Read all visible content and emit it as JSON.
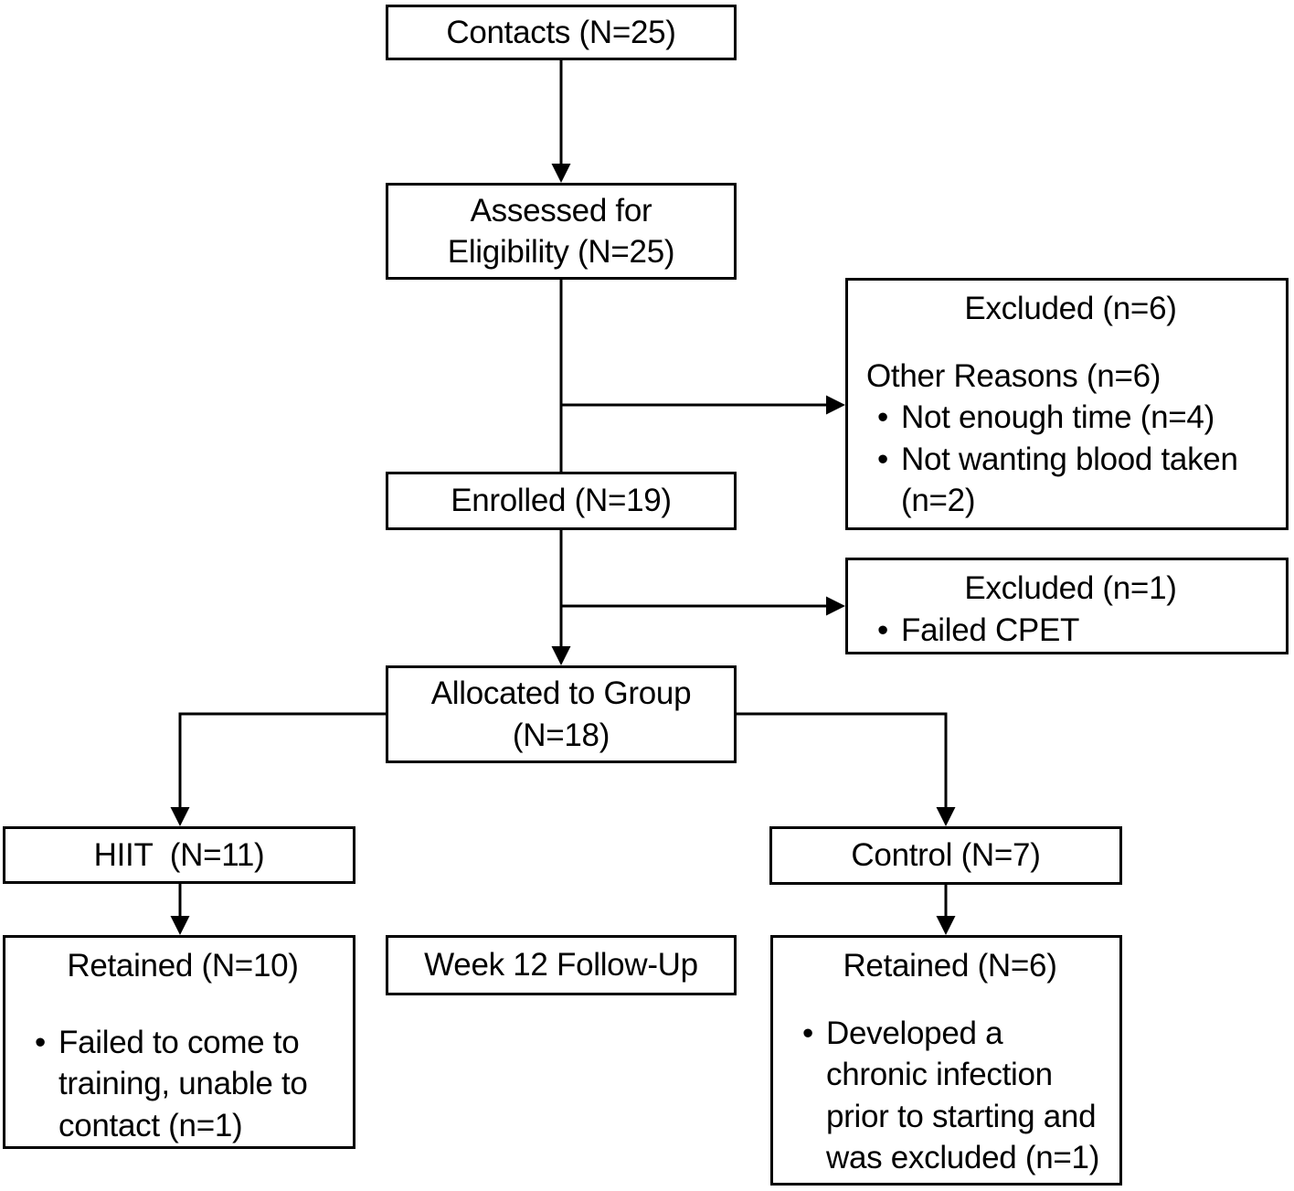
{
  "ui": {
    "bullet_char": "•"
  },
  "colors": {
    "background": "#ffffff",
    "box_fill": "#ffffff",
    "box_border": "#000000",
    "line": "#000000",
    "text": "#000000"
  },
  "boxes": {
    "contacts": {
      "label": "Contacts (N=25)"
    },
    "assessed": {
      "line1": "Assessed for",
      "line2": "Eligibility (N=25)"
    },
    "excluded_screening": {
      "title": "Excluded (n=6)",
      "subtitle": "Other Reasons (n=6)",
      "bullets": [
        "Not enough time (n=4)",
        "Not wanting blood taken (n=2)"
      ]
    },
    "enrolled": {
      "label": "Enrolled (N=19)"
    },
    "excluded_cpet": {
      "title": "Excluded (n=1)",
      "bullets": [
        "Failed CPET"
      ]
    },
    "allocated": {
      "line1": "Allocated to Group",
      "line2": "(N=18)"
    },
    "hiit": {
      "label": "HIIT  (N=11)"
    },
    "control": {
      "label": "Control (N=7)"
    },
    "retained_hiit": {
      "title": "Retained (N=10)",
      "bullets": [
        "Failed to come to training, unable to contact (n=1)"
      ]
    },
    "week12": {
      "label": "Week 12 Follow-Up"
    },
    "retained_control": {
      "title": "Retained (N=6)",
      "bullets": [
        "Developed a chronic infection prior to starting and was excluded (n=1)"
      ]
    }
  }
}
